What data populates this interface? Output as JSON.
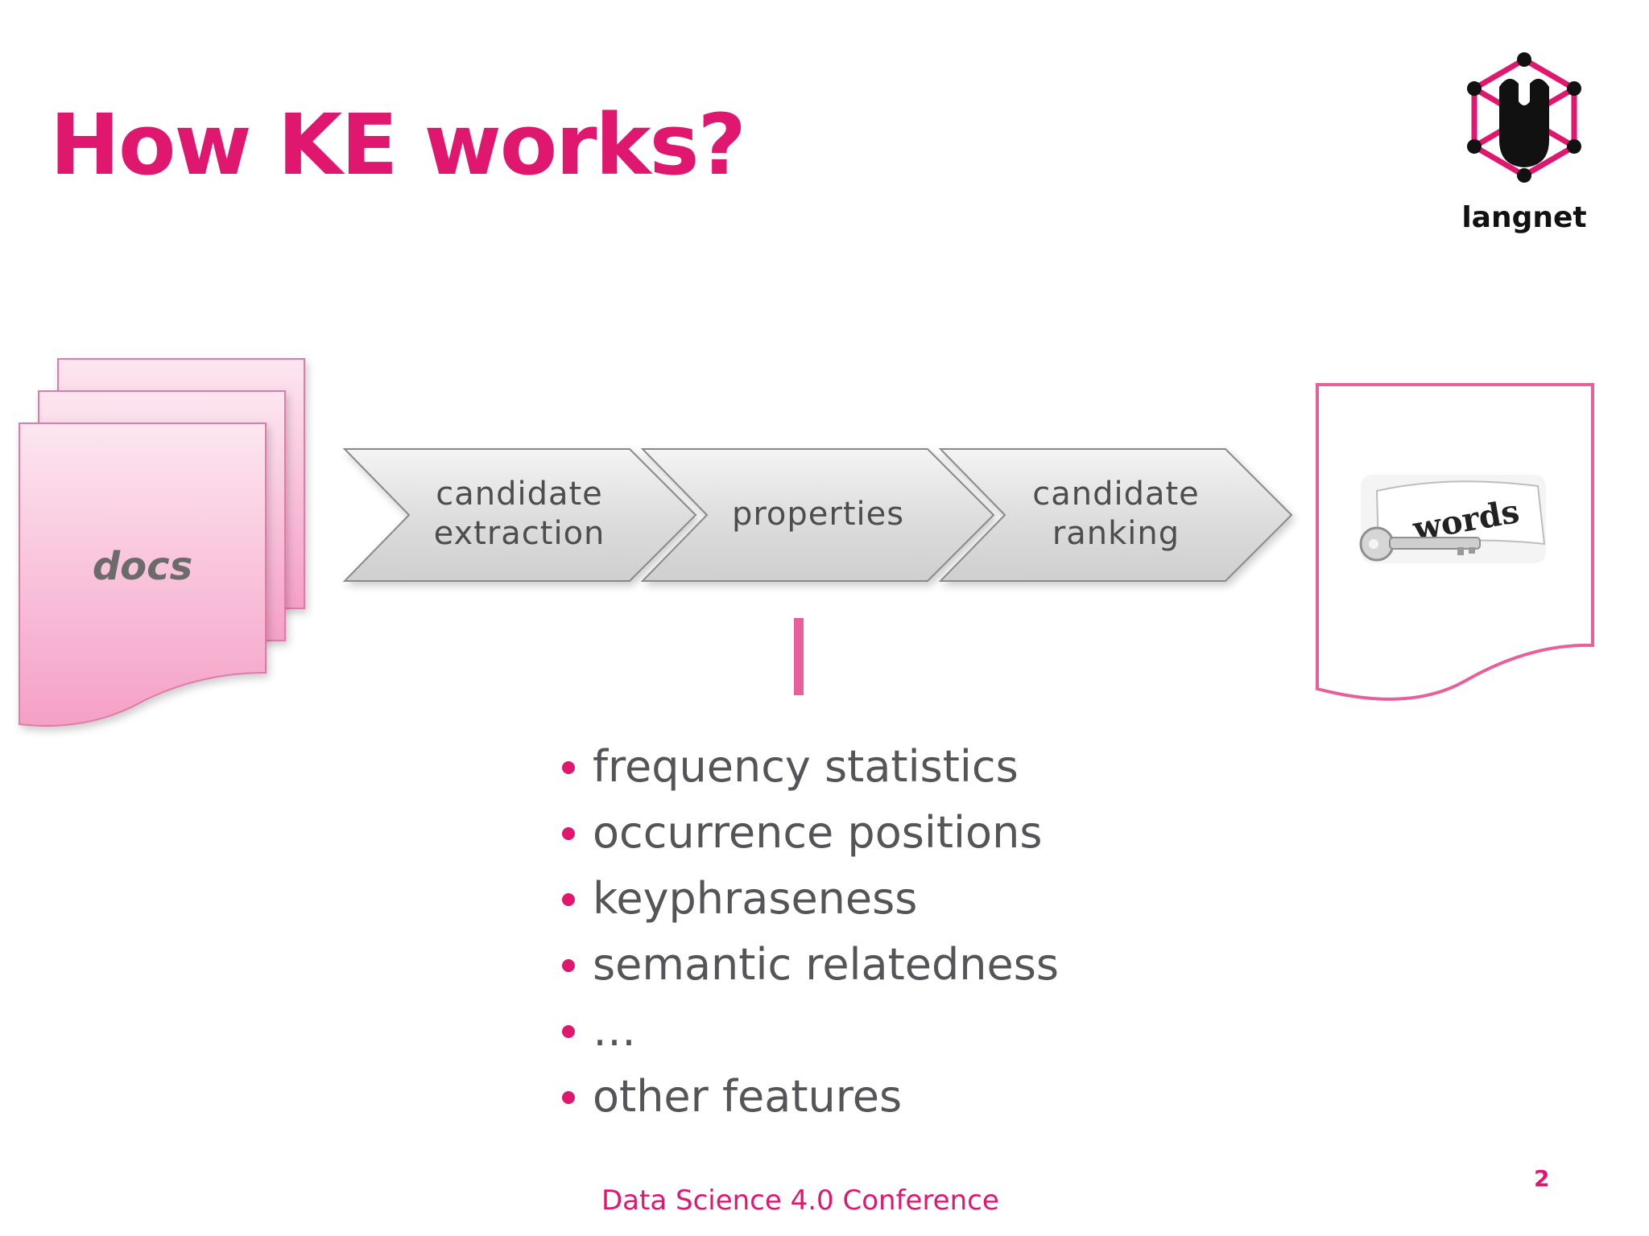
{
  "slide": {
    "title": "How KE works?",
    "logo": {
      "icon": "langnet-logo-icon",
      "text": "langnet"
    },
    "docs_label": "docs",
    "pipeline_steps": [
      {
        "line1": "candidate",
        "line2": "extraction"
      },
      {
        "line1": "properties",
        "line2": ""
      },
      {
        "line1": "candidate",
        "line2": "ranking"
      }
    ],
    "output_image": {
      "icon": "key-words-icon",
      "text": "words"
    },
    "bullets": [
      "frequency statistics",
      "occurrence positions",
      "keyphraseness",
      "semantic relatedness",
      "…",
      "other features"
    ],
    "footer": "Data Science 4.0  Conference",
    "page_number": "2",
    "colors": {
      "accent": "#e0176e",
      "doc_pink": "#f7a1c8",
      "chevron_gray": "#d9d9d9",
      "text_gray": "#555559"
    }
  }
}
